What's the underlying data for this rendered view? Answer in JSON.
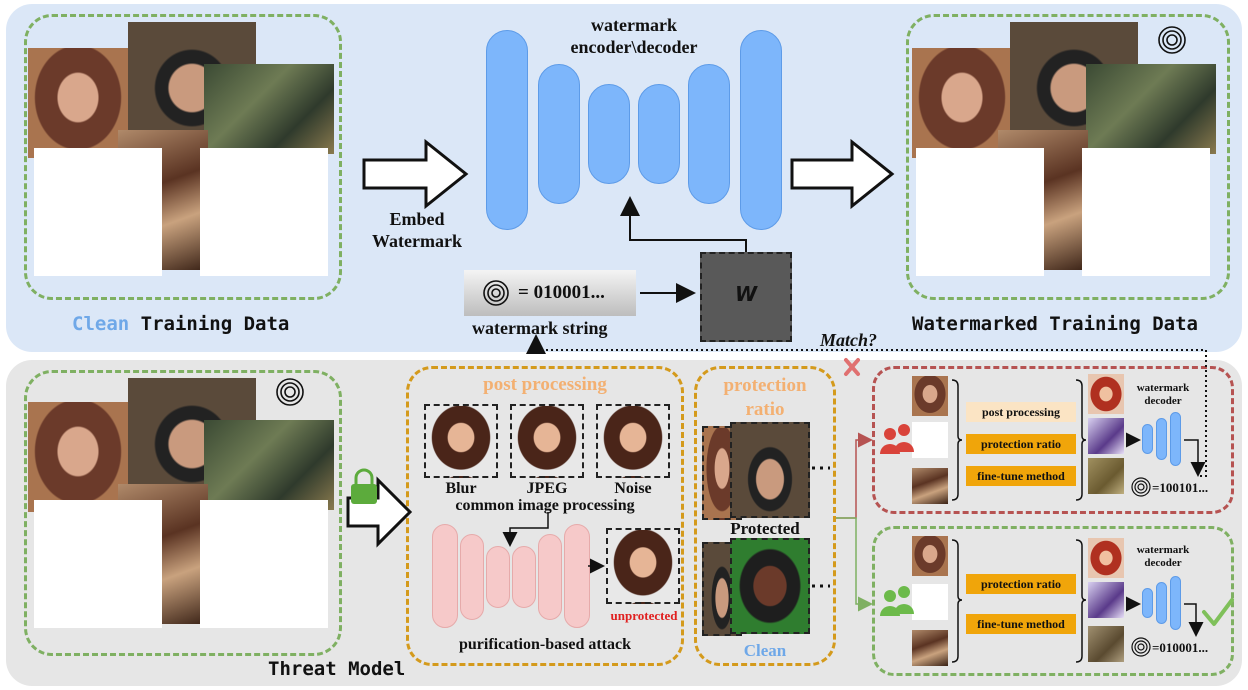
{
  "top": {
    "clean_word": "Clean",
    "clean_rest": "Training Data",
    "embed_line1": "Embed",
    "embed_line2": "Watermark",
    "encoder_line1": "watermark",
    "encoder_line2": "encoder\\decoder",
    "wm_string_value": "= 010001...",
    "wm_string_label": "watermark string",
    "w_box": "W",
    "watermarked_label": "Watermarked Training Data",
    "match": "Match?"
  },
  "bottom": {
    "threat_model": "Threat Model",
    "post_processing": "post processing",
    "blur": "Blur",
    "jpeg": "JPEG",
    "noise": "Noise",
    "common": "common image processing",
    "unprotected": "unprotected",
    "purification": "purification-based attack",
    "protection_ratio_1": "protection",
    "protection_ratio_2": "ratio",
    "protected": "Protected",
    "clean": "Clean",
    "red_tags": [
      "post processing",
      "protection ratio",
      "fine-tune method"
    ],
    "green_tags": [
      "protection ratio",
      "fine-tune method"
    ],
    "decoder_1": "watermark",
    "decoder_2": "decoder",
    "red_output": "=100101...",
    "green_output": "=010001..."
  },
  "colors": {
    "clean_blue": "#6fa8e8",
    "green": "#7fb062",
    "orange": "#d49a1c",
    "red": "#b65352",
    "blue_pill": "#7db6fb",
    "pink_pill": "#f6c9c9",
    "tag_orange": "#f0a50a"
  },
  "icons": [
    "fingerprint-icon",
    "lock-icon",
    "people-icon",
    "checkmark-icon",
    "cross-icon"
  ]
}
